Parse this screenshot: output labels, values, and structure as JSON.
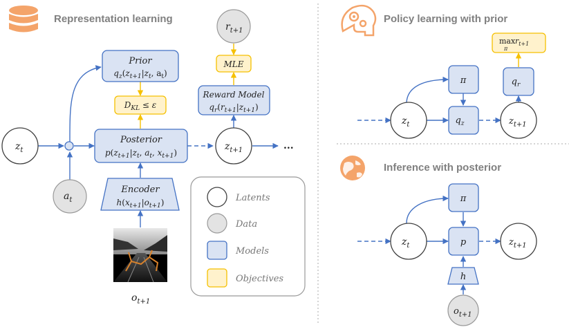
{
  "sections": {
    "representation": "Representation learning",
    "policy": "Policy learning with prior",
    "inference": "Inference with posterior"
  },
  "labels": {
    "z_t": "z",
    "sub_t": "t",
    "sub_t1": "t+1",
    "a_t": "a",
    "r_t1": "r",
    "o_t1": "o",
    "ellipsis": "...",
    "pi": "π",
    "q_z": "q",
    "q_r": "q",
    "sub_z": "z",
    "sub_r": "r",
    "p": "p",
    "h": "h"
  },
  "boxes": {
    "prior_title": "Prior",
    "prior_formula": "q_z(z_{t+1}|z_t, a_t)",
    "kl": "D_KL ≤ ε",
    "posterior_title": "Posterior",
    "posterior_formula": "p(z_{t+1}|z_t, a_t, x_{t+1})",
    "encoder_title": "Encoder",
    "encoder_formula": "h(x_{t+1}|o_{t+1})",
    "mle": "MLE",
    "reward_title": "Reward Model",
    "reward_formula": "q_r(r_{t+1}|z_{t+1})",
    "max_r": "max_π r_{t+1}"
  },
  "legend": {
    "latents": "Latents",
    "data": "Data",
    "models": "Models",
    "objectives": "Objectives"
  },
  "colors": {
    "model_fill": "#dae3f3",
    "model_stroke": "#4472c4",
    "objective_fill": "#fff2cc",
    "objective_stroke": "#f5c000",
    "icon_orange": "#f4a46a",
    "title_gray": "#808080"
  },
  "icons": {
    "database": "database-icon",
    "gears_head": "gears-head-icon",
    "globe": "globe-icon",
    "observation": "road-observation-image"
  }
}
